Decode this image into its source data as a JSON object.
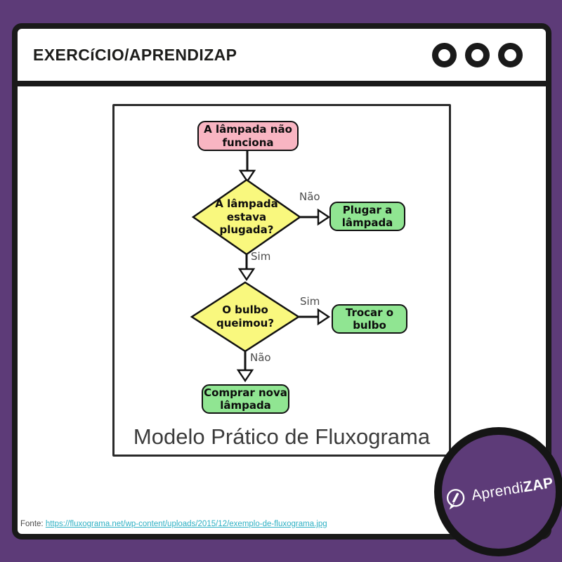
{
  "header": {
    "title": "EXERCíCIO/APRENDIZAP"
  },
  "flowchart": {
    "caption": "Modelo Prático de Fluxograma",
    "nodes": {
      "start": {
        "type": "start",
        "text": "A lâmpada não\nfunciona"
      },
      "q1": {
        "type": "decision",
        "text": "A lâmpada\nestava\nplugada?"
      },
      "plug": {
        "type": "action",
        "text": "Plugar a\nlâmpada"
      },
      "q2": {
        "type": "decision",
        "text": "O bulbo\nqueimou?"
      },
      "swap": {
        "type": "action",
        "text": "Trocar o\nbulbo"
      },
      "buy": {
        "type": "action",
        "text": "Comprar nova\nlâmpada"
      }
    },
    "labels": {
      "q1_no": "Não",
      "q1_yes": "Sim",
      "q2_yes": "Sim",
      "q2_no": "Não"
    }
  },
  "footer": {
    "source_label": "Fonte:",
    "source_url": "https://fluxograma.net/wp-content/uploads/2015/12/exemplo-de-fluxograma.jpg"
  },
  "badge": {
    "brand_regular": "Aprendi",
    "brand_bold": "ZAP"
  },
  "colors": {
    "background": "#5d3b78",
    "start_fill": "#f8b5c2",
    "decision_fill": "#f9f87e",
    "action_fill": "#90e592",
    "link": "#2fb1c4"
  }
}
